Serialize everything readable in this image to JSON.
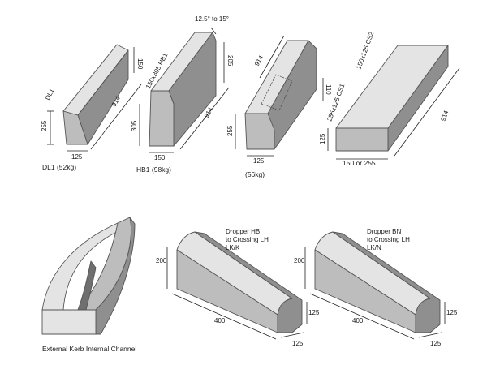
{
  "kerbs": {
    "dl1": {
      "name": "DL1",
      "dim_height": "255",
      "dim_top": "150",
      "dim_length": "914",
      "dim_width": "125",
      "caption": "DL1 (52kg)"
    },
    "hb1": {
      "name": "150x305 HB1",
      "angle": "12.5° to 15°",
      "dim_height": "305",
      "dim_top": "205",
      "dim_length": "914",
      "dim_width": "150",
      "caption": "HB1 (98kg)"
    },
    "channel": {
      "dim_height": "255",
      "dim_length": "914",
      "dim_notch": "110",
      "dim_width": "125",
      "caption": "(56kg)"
    },
    "cs": {
      "name1": "255x125 CS1",
      "name2": "150x125 CS2",
      "dim_height": "125",
      "dim_length": "914",
      "dim_width": "150 or 255"
    },
    "external": {
      "caption": "External Kerb Internal Channel"
    },
    "dropper_hb": {
      "title1": "Dropper HB",
      "title2": "to Crossing LH",
      "title3": "LK/K",
      "dim_height": "200",
      "dim_length": "400",
      "dim_end_height": "125",
      "dim_end_width": "125"
    },
    "dropper_bn": {
      "title1": "Dropper BN",
      "title2": "to Crossing LH",
      "title3": "LK/N",
      "dim_height": "200",
      "dim_length": "400",
      "dim_end_height": "125",
      "dim_end_width": "125"
    }
  }
}
